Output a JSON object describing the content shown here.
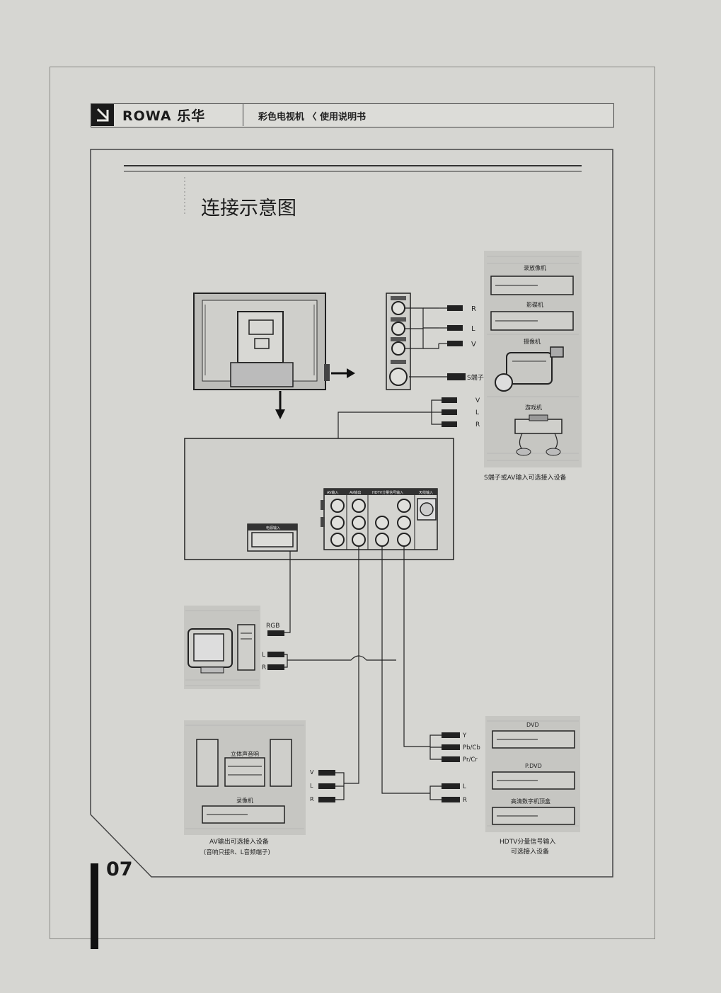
{
  "header": {
    "brand": "ROWA 乐华",
    "document_title": "彩色电视机 〈 使用说明书"
  },
  "page": {
    "title": "连接示意图",
    "number": "07"
  },
  "diagram": {
    "side_panel_signals": [
      "R",
      "L",
      "V"
    ],
    "side_panel_svideo": "S端子",
    "av_output_signals": [
      "V",
      "L",
      "R"
    ],
    "source_devices": {
      "names": [
        "录放像机",
        "影碟机",
        "摄像机",
        "游戏机"
      ],
      "caption": "S端子或AV输入可选接入设备"
    },
    "rear_panel": {
      "power_label": "电源输入",
      "sections": [
        "AV输入",
        "AV输出",
        "HDTV分量信号输入",
        "天线输入"
      ]
    },
    "pc": {
      "rgb_label": "RGB",
      "audio_labels": [
        "L",
        "R"
      ]
    },
    "av_out_devices": {
      "names": [
        "立体声音响",
        "录像机"
      ],
      "signals": [
        "V",
        "L",
        "R"
      ],
      "caption_line1": "AV输出可选接入设备",
      "caption_line2": "(音响只接R、L音频端子)"
    },
    "hdtv": {
      "component_labels": [
        "Y",
        "Pb/Cb",
        "Pr/Cr"
      ],
      "audio_labels": [
        "L",
        "R"
      ],
      "device_names": [
        "DVD",
        "P.DVD",
        "高清数字机顶盒"
      ],
      "caption_line1": "HDTV分量信号输入",
      "caption_line2": "可选接入设备"
    }
  }
}
